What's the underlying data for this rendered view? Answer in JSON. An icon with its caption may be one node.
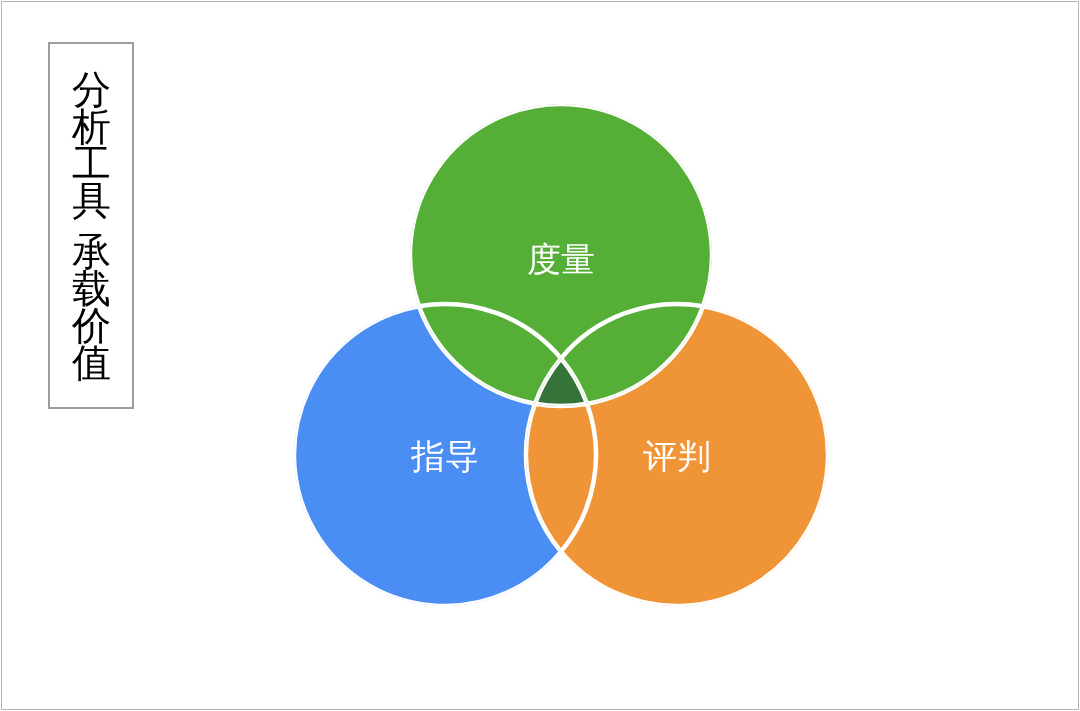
{
  "diagram": {
    "nodes": [
      {
        "text": [
          "分析工具",
          "承载价值"
        ]
      },
      {
        "text": [
          "度量"
        ]
      },
      {
        "text": [
          "指导"
        ]
      },
      {
        "text": [
          "评判"
        ]
      }
    ]
  }
}
